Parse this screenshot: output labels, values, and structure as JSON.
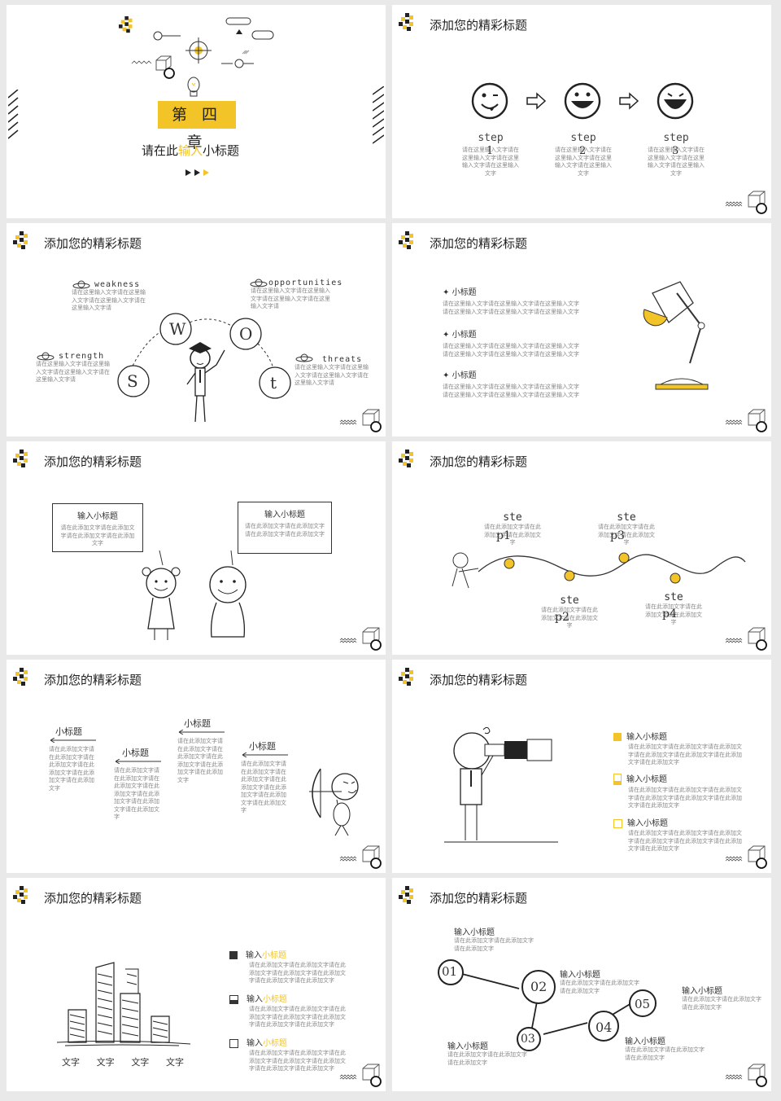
{
  "colors": {
    "accent": "#f2c428",
    "ink": "#222222",
    "muted": "#888888"
  },
  "icons": [
    "checker-logo-icon",
    "cube-circle-icon",
    "bulb-icon",
    "target-icon",
    "smiley-icon",
    "arrow-right-icon",
    "lamp-icon",
    "telescope-figure-icon",
    "archer-icon",
    "buildings-sketch-icon",
    "kids-icon",
    "stickman-icon",
    "star-icon",
    "square-check-icon"
  ],
  "slide1": {
    "chapter": "第 四 章",
    "subtitle_a": "请在此",
    "subtitle_b": "输入",
    "subtitle_c": "小标题"
  },
  "common": {
    "title": "添加您的精彩标题"
  },
  "slide2": {
    "steps": [
      {
        "label": "step",
        "num": "1",
        "text": "请在这里输入文字请在这里输入文字请在这里输入文字请在这里输入文字"
      },
      {
        "label": "step",
        "num": "2",
        "text": "请在这里输入文字请在这里输入文字请在这里输入文字请在这里输入文字"
      },
      {
        "label": "step",
        "num": "3",
        "text": "请在这里输入文字请在这里输入文字请在这里输入文字请在这里输入文字"
      }
    ]
  },
  "slide3": {
    "items": [
      {
        "label": "weakness",
        "text": "请在这里输入文字请在这里输入文字请在这里输入文字请在这里输入文字请"
      },
      {
        "label": "opportunities",
        "text": "请在这里输入文字请在这里输入文字请在这里输入文字请在这里输入文字请"
      },
      {
        "label": "strength",
        "text": "请在这里输入文字请在这里输入文字请在这里输入文字请在这里输入文字请"
      },
      {
        "label": "threats",
        "text": "请在这里输入文字请在这里输入文字请在这里输入文字请在这里输入文字请"
      }
    ],
    "letters": [
      "W",
      "O",
      "S",
      "t"
    ]
  },
  "slide4": {
    "items": [
      {
        "label": "小标题",
        "text": "请在这里输入文字请在这里输入文字请在这里输入文字请在这里输入文字请在这里输入文字请在这里输入文字"
      },
      {
        "label": "小标题",
        "text": "请在这里输入文字请在这里输入文字请在这里输入文字请在这里输入文字请在这里输入文字请在这里输入文字"
      },
      {
        "label": "小标题",
        "text": "请在这里输入文字请在这里输入文字请在这里输入文字请在这里输入文字请在这里输入文字请在这里输入文字"
      }
    ]
  },
  "slide5": {
    "boxes": [
      {
        "label": "输入小标题",
        "text": "请在此添加文字请在此添加文字请在此添加文字请在此添加文字"
      },
      {
        "label": "输入小标题",
        "text": "请在此添加文字请在此添加文字请在此添加文字请在此添加文字"
      }
    ]
  },
  "slide6": {
    "points": [
      {
        "a": "ste",
        "b": "p1",
        "text": "请在此添加文字请在此添加文字请在此添加文字"
      },
      {
        "a": "ste",
        "b": "p3",
        "text": "请在此添加文字请在此添加文字请在此添加文字"
      },
      {
        "a": "ste",
        "b": "p2",
        "text": "请在此添加文字请在此添加文字请在此添加文字"
      },
      {
        "a": "ste",
        "b": "p4",
        "text": "请在此添加文字请在此添加文字请在此添加文字"
      }
    ]
  },
  "slide7": {
    "items": [
      {
        "label": "小标题",
        "text": "请在此添加文字请在此添加文字请在此添加文字请在此添加文字请在此添加文字请在此添加文字"
      },
      {
        "label": "小标题",
        "text": "请在此添加文字请在此添加文字请在此添加文字请在此添加文字请在此添加文字请在此添加文字请在此添加文字"
      },
      {
        "label": "小标题",
        "text": "请在此添加文字请在此添加文字请在此添加文字请在此添加文字请在此添加文字请在此添加文字"
      },
      {
        "label": "小标题",
        "text": "请在此添加文字请在此添加文字请在此添加文字请在此添加文字请在此添加文字请在此添加文字请在此添加文字"
      }
    ]
  },
  "slide8": {
    "items": [
      {
        "label": "输入小标题",
        "text": "请在此添加文字请在此添加文字请在此添加文字请在此添加文字请在此添加文字请在此添加文字请在此添加文字"
      },
      {
        "label": "输入小标题",
        "text": "请在此添加文字请在此添加文字请在此添加文字请在此添加文字请在此添加文字请在此添加文字请在此添加文字"
      },
      {
        "label": "输入小标题",
        "text": "请在此添加文字请在此添加文字请在此添加文字请在此添加文字请在此添加文字请在此添加文字请在此添加文字"
      }
    ]
  },
  "slide9": {
    "labels": [
      "文字",
      "文字",
      "文字",
      "文字"
    ],
    "items": [
      {
        "a": "输入",
        "b": "小标题",
        "text": "请在此添加文字请在此添加文字请在此添加文字请在此添加文字请在此添加文字请在此添加文字请在此添加文字"
      },
      {
        "a": "输入",
        "b": "小标题",
        "text": "请在此添加文字请在此添加文字请在此添加文字请在此添加文字请在此添加文字请在此添加文字请在此添加文字"
      },
      {
        "a": "输入",
        "b": "小标题",
        "text": "请在此添加文字请在此添加文字请在此添加文字请在此添加文字请在此添加文字请在此添加文字请在此添加文字"
      }
    ]
  },
  "slide10": {
    "nodes": [
      "01",
      "02",
      "03",
      "04",
      "05"
    ],
    "items": [
      {
        "label": "输入小标题",
        "text": "请在此添加文字请在此添加文字请在此添加文字"
      },
      {
        "label": "输入小标题",
        "text": "请在此添加文字请在此添加文字请在此添加文字"
      },
      {
        "label": "输入小标题",
        "text": "请在此添加文字请在此添加文字请在此添加文字"
      },
      {
        "label": "输入小标题",
        "text": "请在此添加文字请在此添加文字请在此添加文字"
      },
      {
        "label": "输入小标题",
        "text": "请在此添加文字请在此添加文字请在此添加文字"
      }
    ]
  }
}
